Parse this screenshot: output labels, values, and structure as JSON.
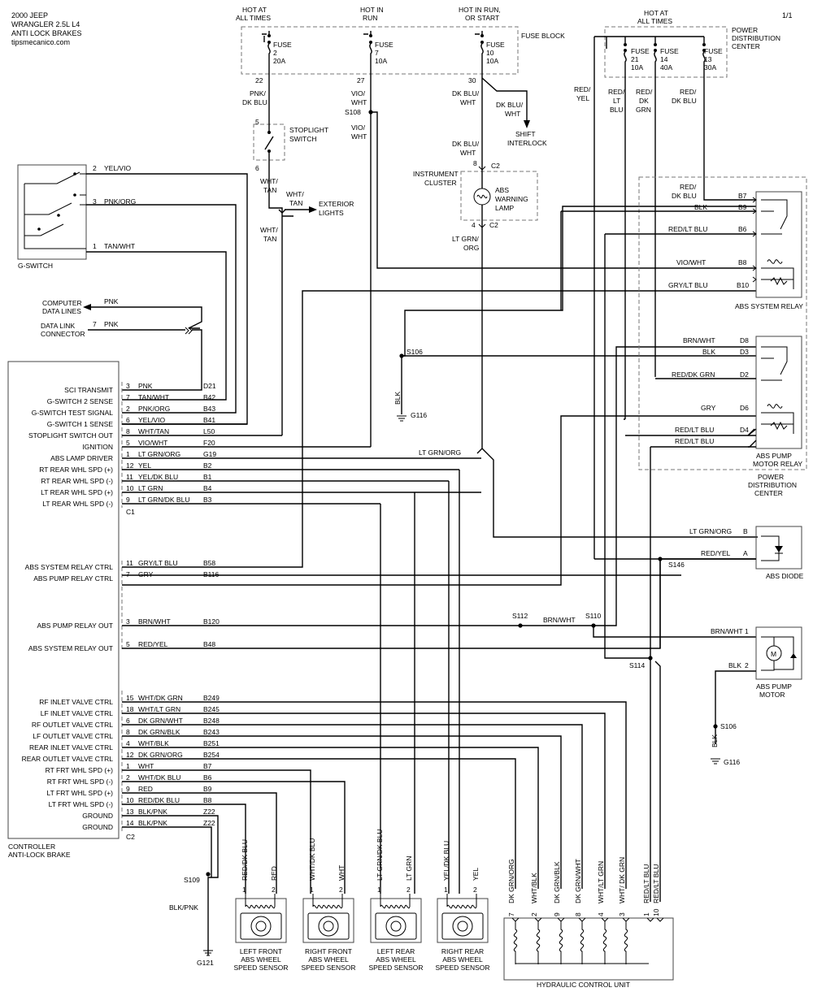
{
  "header": [
    "2000 JEEP",
    "WRANGLER 2.5L  L4",
    "ANTI LOCK BRAKES",
    "tipsmecanico.com"
  ],
  "page_num": "1/1",
  "fuse_top_labels": [
    {
      "l1": "HOT AT",
      "l2": "ALL TIMES"
    },
    {
      "l1": "HOT IN",
      "l2": "RUN"
    },
    {
      "l1": "HOT IN RUN,",
      "l2": "OR START"
    }
  ],
  "fuses": [
    {
      "name": "FUSE",
      "num": "2",
      "amp": "20A",
      "pin": "22"
    },
    {
      "name": "FUSE",
      "num": "7",
      "amp": "10A",
      "pin": "27"
    },
    {
      "name": "FUSE",
      "num": "10",
      "amp": "10A",
      "pin": "30"
    }
  ],
  "fuse_block_label": "FUSE BLOCK",
  "pdc_top": {
    "l1": "HOT AT",
    "l2": "ALL TIMES"
  },
  "pdc_fuses": [
    {
      "name": "FUSE",
      "num": "21",
      "amp": "10A"
    },
    {
      "name": "FUSE",
      "num": "14",
      "amp": "40A"
    },
    {
      "name": "FUSE",
      "num": "13",
      "amp": "30A"
    }
  ],
  "pdc_label": [
    "POWER",
    "DISTRIBUTION",
    "CENTER"
  ],
  "top_wires": {
    "pnk_dkblu": [
      "PNK/",
      "DK BLU"
    ],
    "vio_wht": [
      "VIO/",
      "WHT"
    ],
    "s108": "S108",
    "vio_wht2": [
      "VIO/",
      "WHT"
    ],
    "dkblu_wht": [
      "DK BLU/",
      "WHT"
    ],
    "dkblu_wht2": [
      "DK BLU/",
      "WHT"
    ],
    "shift_interlock": [
      "SHIFT",
      "INTERLOCK"
    ],
    "dkblu_wht3": [
      "DK BLU/",
      "WHT"
    ],
    "red_yel": [
      "RED/",
      "YEL"
    ],
    "red_lt_blu": [
      "RED/",
      "LT",
      "BLU"
    ],
    "red_dk_grn": [
      "RED/",
      "DK",
      "GRN"
    ],
    "red_dk_blu": [
      "RED/",
      "DK BLU"
    ]
  },
  "stoplight": {
    "pin_top": "5",
    "pin_bot": "6",
    "label": [
      "STOPLIGHT",
      "SWITCH"
    ]
  },
  "exterior": {
    "wire1": [
      "WHT/",
      "TAN"
    ],
    "wire2": [
      "WHT/",
      "TAN"
    ],
    "label": [
      "EXTERIOR",
      "LIGHTS"
    ],
    "wire3": [
      "WHT/",
      "TAN"
    ]
  },
  "cluster": {
    "pin_top": "8",
    "conn_top": "C2",
    "label": [
      "INSTRUMENT",
      "CLUSTER"
    ],
    "lamp": [
      "ABS",
      "WARNING",
      "LAMP"
    ],
    "pin_bot": "4",
    "conn_bot": "C2",
    "wire": [
      "LT GRN/",
      "ORG"
    ]
  },
  "gswitch": {
    "label": "G-SWITCH",
    "pins": [
      {
        "pin": "2",
        "wire": "YEL/VIO"
      },
      {
        "pin": "3",
        "wire": "PNK/ORG"
      },
      {
        "pin": "1",
        "wire": "TAN/WHT"
      }
    ]
  },
  "computer": {
    "label": [
      "COMPUTER",
      "DATA LINES"
    ],
    "wire": "PNK",
    "dlc": [
      "DATA LINK",
      "CONNECTOR"
    ],
    "dlc_pin": "7",
    "dlc_wire": "PNK"
  },
  "s106a": {
    "splice": "S106",
    "wire": "BLK",
    "ground": "G116"
  },
  "ltgrn_org": "LT GRN/ORG",
  "controller": {
    "label": [
      "CONTROLLER",
      "ANTI-LOCK BRAKE"
    ],
    "c1": "C1",
    "c2": "C2",
    "rows_c1": [
      {
        "fn": "SCI TRANSMIT",
        "pin": "3",
        "wire": "PNK",
        "circ": "D21"
      },
      {
        "fn": "G-SWITCH 2 SENSE",
        "pin": "7",
        "wire": "TAN/WHT",
        "circ": "B42"
      },
      {
        "fn": "G-SWITCH TEST SIGNAL",
        "pin": "2",
        "wire": "PNK/ORG",
        "circ": "B43"
      },
      {
        "fn": "G-SWITCH 1 SENSE",
        "pin": "6",
        "wire": "YEL/VIO",
        "circ": "B41"
      },
      {
        "fn": "STOPLIGHT SWITCH OUT",
        "pin": "8",
        "wire": "WHT/TAN",
        "circ": "L50"
      },
      {
        "fn": "IGNITION",
        "pin": "5",
        "wire": "VIO/WHT",
        "circ": "F20"
      },
      {
        "fn": "ABS LAMP DRIVER",
        "pin": "1",
        "wire": "LT GRN/ORG",
        "circ": "G19"
      },
      {
        "fn": "RT REAR WHL SPD (+)",
        "pin": "12",
        "wire": "YEL",
        "circ": "B2"
      },
      {
        "fn": "RT REAR WHL SPD (-)",
        "pin": "11",
        "wire": "YEL/DK BLU",
        "circ": "B1"
      },
      {
        "fn": "LT REAR WHL SPD (+)",
        "pin": "10",
        "wire": "LT GRN",
        "circ": "B4"
      },
      {
        "fn": "LT REAR WHL SPD (-)",
        "pin": "9",
        "wire": "LT GRN/DK BLU",
        "circ": "B3"
      }
    ],
    "rows_mid": [
      {
        "fn": "ABS SYSTEM RELAY CTRL",
        "pin": "11",
        "wire": "GRY/LT BLU",
        "circ": "B58"
      },
      {
        "fn": "ABS PUMP RELAY CTRL",
        "pin": "7",
        "wire": "GRY",
        "circ": "B116"
      },
      {
        "fn": "ABS PUMP RELAY OUT",
        "pin": "3",
        "wire": "BRN/WHT",
        "circ": "B120"
      },
      {
        "fn": "ABS SYSTEM RELAY OUT",
        "pin": "5",
        "wire": "RED/YEL",
        "circ": "B48"
      }
    ],
    "rows_c2": [
      {
        "fn": "RF INLET VALVE CTRL",
        "pin": "15",
        "wire": "WHT/DK GRN",
        "circ": "B249"
      },
      {
        "fn": "LF INLET VALVE CTRL",
        "pin": "18",
        "wire": "WHT/LT GRN",
        "circ": "B245"
      },
      {
        "fn": "RF OUTLET VALVE CTRL",
        "pin": "6",
        "wire": "DK GRN/WHT",
        "circ": "B248"
      },
      {
        "fn": "LF OUTLET VALVE CTRL",
        "pin": "8",
        "wire": "DK GRN/BLK",
        "circ": "B243"
      },
      {
        "fn": "REAR INLET VALVE CTRL",
        "pin": "4",
        "wire": "WHT/BLK",
        "circ": "B251"
      },
      {
        "fn": "REAR OUTLET VALVE CTRL",
        "pin": "12",
        "wire": "DK GRN/ORG",
        "circ": "B254"
      },
      {
        "fn": "RT FRT WHL SPD (+)",
        "pin": "1",
        "wire": "WHT",
        "circ": "B7"
      },
      {
        "fn": "RT FRT WHL SPD (-)",
        "pin": "2",
        "wire": "WHT/DK BLU",
        "circ": "B6"
      },
      {
        "fn": "LT FRT WHL SPD (+)",
        "pin": "9",
        "wire": "RED",
        "circ": "B9"
      },
      {
        "fn": "LT FRT WHL SPD (-)",
        "pin": "10",
        "wire": "RED/DK BLU",
        "circ": "B8"
      },
      {
        "fn": "GROUND",
        "pin": "13",
        "wire": "BLK/PNK",
        "circ": "Z22"
      },
      {
        "fn": "GROUND",
        "pin": "14",
        "wire": "BLK/PNK",
        "circ": "Z22"
      }
    ]
  },
  "sys_relay": {
    "label": "ABS SYSTEM RELAY",
    "rows": [
      {
        "wire": "RED/\nDK BLU",
        "w1": "RED/",
        "w2": "DK BLU",
        "pin": "B7"
      },
      {
        "wire": "BLK",
        "pin": "B9"
      },
      {
        "wire": "RED/LT BLU",
        "pin": "B6"
      },
      {
        "wire": "VIO/WHT",
        "pin": "B8"
      },
      {
        "wire": "GRY/LT BLU",
        "pin": "B10"
      }
    ]
  },
  "pump_relay": {
    "label": [
      "ABS PUMP",
      "MOTOR RELAY"
    ],
    "rows": [
      {
        "wire": "BRN/WHT",
        "pin": "D8"
      },
      {
        "wire": "BLK",
        "pin": "D3"
      },
      {
        "wire": "RED/DK GRN",
        "pin": "D2"
      },
      {
        "wire": "GRY",
        "pin": "D6"
      },
      {
        "wire": "RED/LT BLU",
        "pin": "D4"
      },
      {
        "wire": "RED/LT BLU",
        "pin": ""
      }
    ]
  },
  "pdc_bottom": [
    "POWER",
    "DISTRIBUTION",
    "CENTER"
  ],
  "abs_diode": {
    "label": "ABS DIODE",
    "w_b": "LT GRN/ORG",
    "p_b": "B",
    "w_a": "RED/YEL",
    "p_a": "A",
    "splice": "S146"
  },
  "mid_splices": {
    "s112": "S112",
    "s110": "S110",
    "brn_wht": "BRN/WHT",
    "s114": "S114"
  },
  "pump_motor": {
    "label": [
      "ABS PUMP",
      "MOTOR"
    ],
    "w1": "BRN/WHT",
    "p1": "1",
    "w2": "BLK",
    "p2": "2",
    "motor": "M"
  },
  "s106b": {
    "splice": "S106",
    "wire": "BLK",
    "ground": "G116"
  },
  "s109": {
    "splice": "S109",
    "wire": "BLK/PNK",
    "ground": "G121"
  },
  "sensors": [
    {
      "label": [
        "LEFT FRONT",
        "ABS WHEEL",
        "SPEED SENSOR"
      ],
      "w1": "RED/DK BLU",
      "w2": "RED",
      "p1": "1",
      "p2": "2"
    },
    {
      "label": [
        "RIGHT FRONT",
        "ABS WHEEL",
        "SPEED SENSOR"
      ],
      "w1": "WHT/DK BLU",
      "w2": "WHT",
      "p1": "1",
      "p2": "2"
    },
    {
      "label": [
        "LEFT REAR",
        "ABS WHEEL",
        "SPEED SENSOR"
      ],
      "w1": "LT GRN/DK BLU",
      "w2": "LT GRN",
      "p1": "1",
      "p2": "2"
    },
    {
      "label": [
        "RIGHT REAR",
        "ABS WHEEL",
        "SPEED SENSOR"
      ],
      "w1": "YEL/DK BLU",
      "w2": "YEL",
      "p1": "1",
      "p2": "2"
    }
  ],
  "hcu": {
    "label": "HYDRAULIC CONTROL UNIT",
    "pins": [
      {
        "pin": "7",
        "wire": "DK GRN/ORG"
      },
      {
        "pin": "2",
        "wire": "WHT/BLK"
      },
      {
        "pin": "9",
        "wire": "DK GRN/BLK"
      },
      {
        "pin": "8",
        "wire": "DK GRN/WHT"
      },
      {
        "pin": "4",
        "wire": "WHT/LT GRN"
      },
      {
        "pin": "3",
        "wire": "WHT/ DK GRN"
      },
      {
        "pin": "1",
        "wire": "RED/LT BLU"
      },
      {
        "pin": "10",
        "wire": "RED/LT BLU"
      }
    ]
  }
}
